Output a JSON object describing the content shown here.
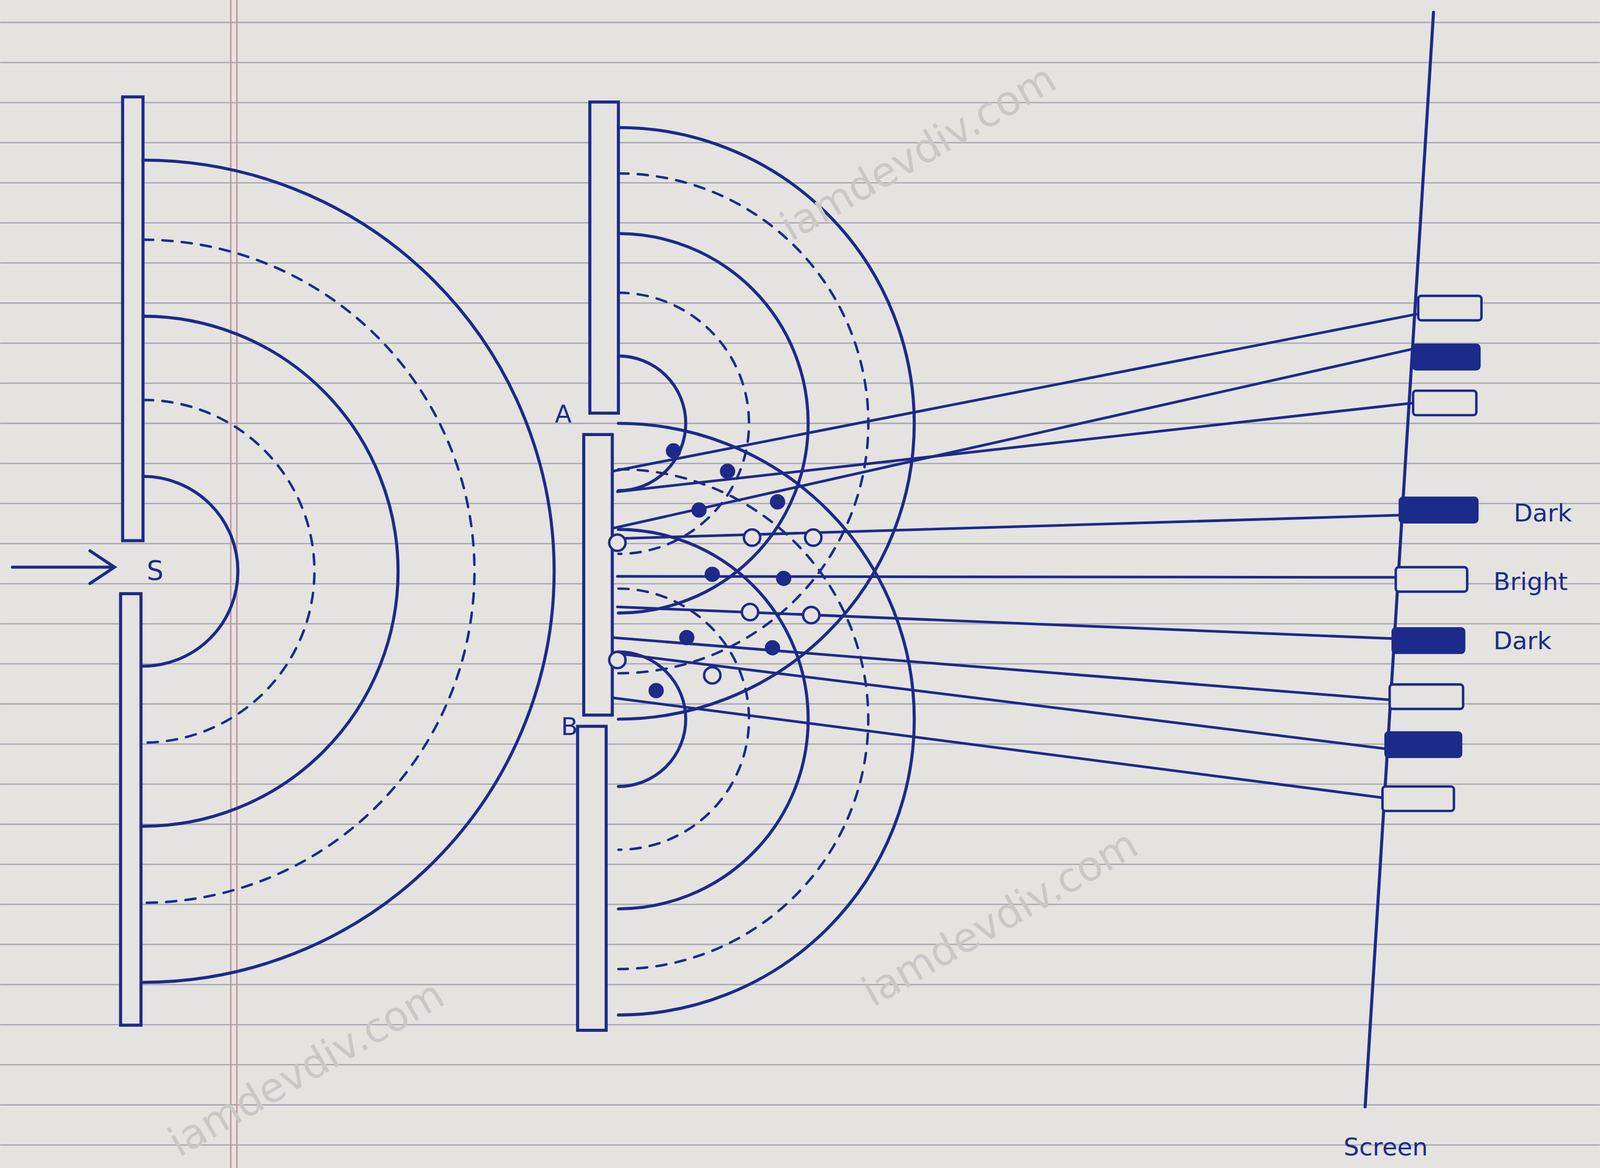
{
  "diagram": {
    "labels": [
      "S",
      "A",
      "B",
      "Dark",
      "Bright",
      "Dark",
      "Screen",
      "iamdevdiv.com",
      "iamdevdiv.com",
      "iamdevdiv.com"
    ]
  }
}
